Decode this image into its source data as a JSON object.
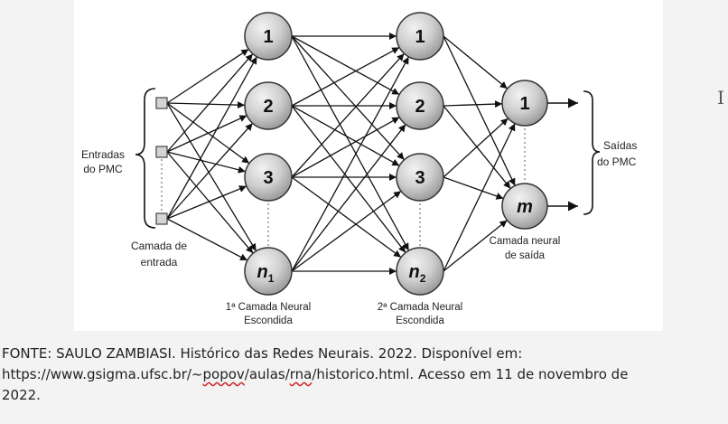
{
  "diagram": {
    "inputs": {
      "label_line1": "Entradas",
      "label_line2": "do PMC",
      "layer_label_line1": "Camada de",
      "layer_label_line2": "entrada"
    },
    "hidden1": {
      "nodes": [
        "1",
        "2",
        "3"
      ],
      "last_main": "n",
      "last_sub": "1",
      "label_line1": "1ª Camada Neural",
      "label_line2": "Escondida"
    },
    "hidden2": {
      "nodes": [
        "1",
        "2",
        "3"
      ],
      "last_main": "n",
      "last_sub": "2",
      "label_line1": "2ª Camada Neural",
      "label_line2": "Escondida"
    },
    "output": {
      "first": "1",
      "last": "m",
      "label_line1": "Camada neural",
      "label_line2": "de saída"
    },
    "outputs": {
      "label_line1": "Saídas",
      "label_line2": "do PMC"
    }
  },
  "source": {
    "line1": "FONTE: SAULO ZAMBIASI. Histórico das Redes Neurais. 2022. Disponível em:",
    "url_part1": "https://www.gsigma.ufsc.br/~",
    "url_squiggle1": "popov",
    "url_part2": "/aulas/",
    "url_squiggle2": "rna",
    "url_part3": "/historico.html. Acesso em 11 de novembro de",
    "line3": "2022."
  }
}
